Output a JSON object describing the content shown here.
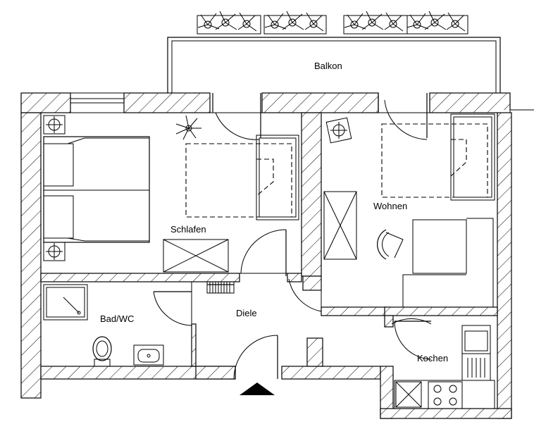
{
  "rooms": {
    "balkon": "Balkon",
    "schlafen": "Schlafen",
    "wohnen": "Wohnen",
    "bad_wc": "Bad/WC",
    "diele": "Diele",
    "kochen": "Kochen"
  }
}
